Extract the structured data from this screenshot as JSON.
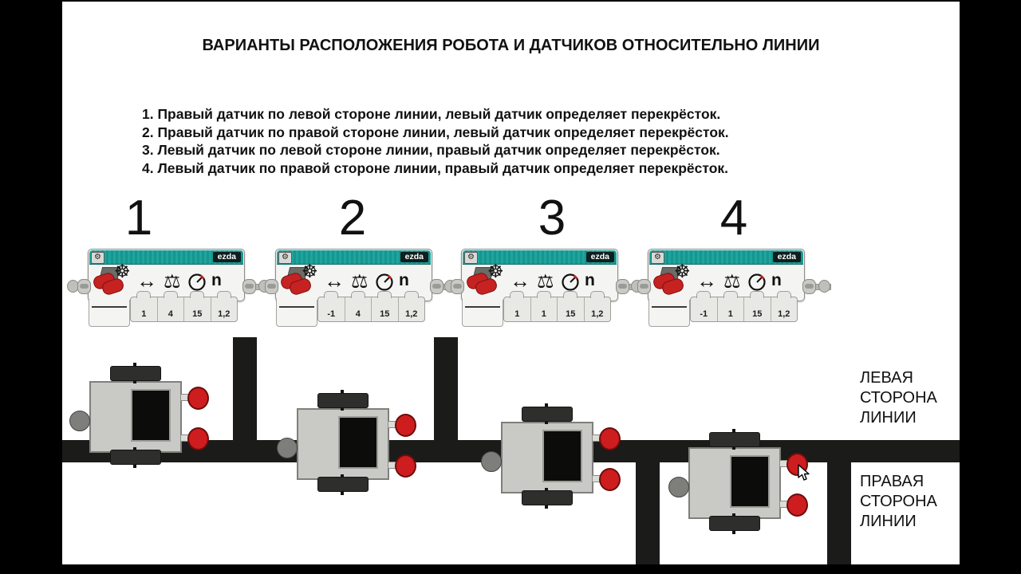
{
  "title": "ВАРИАНТЫ РАСПОЛОЖЕНИЯ РОБОТА И ДАТЧИКОВ ОТНОСИТЕЛЬНО ЛИНИИ",
  "list": [
    "1. Правый датчик по левой стороне линии, левый датчик определяет перекрёсток.",
    "2. Правый датчик по правой стороне линии, левый датчик определяет перекрёсток.",
    "3. Левый датчик по левой стороне линии, правый датчик определяет перекрёсток.",
    "4. Левый датчик по правой стороне линии, правый датчик определяет перекрёсток."
  ],
  "variants": [
    "1",
    "2",
    "3",
    "4"
  ],
  "blocks": [
    {
      "name": "ezda",
      "params": [
        "1",
        "4",
        "15",
        "1,2"
      ]
    },
    {
      "name": "ezda",
      "params": [
        "-1",
        "4",
        "15",
        "1,2"
      ]
    },
    {
      "name": "ezda",
      "params": [
        "1",
        "1",
        "15",
        "1,2"
      ]
    },
    {
      "name": "ezda",
      "params": [
        "-1",
        "1",
        "15",
        "1,2"
      ]
    }
  ],
  "icons": {
    "gear": "⚙",
    "steering_wheel": "☸",
    "left_right_arrow": "↔",
    "scales": "⚖",
    "mode_n": "n"
  },
  "side_labels": {
    "left_side": "ЛЕВАЯ\nСТОРОНА\nЛИНИИ",
    "right_side": "ПРАВАЯ\nСТОРОНА\nЛИНИИ"
  },
  "colors": {
    "block_header_teal": "#1A9E98",
    "block_tag_bg": "#0D1F1E",
    "sensor_red": "#CE1D1E",
    "track_black": "#1B1B19",
    "robot_gray": "#C9C9C6"
  }
}
